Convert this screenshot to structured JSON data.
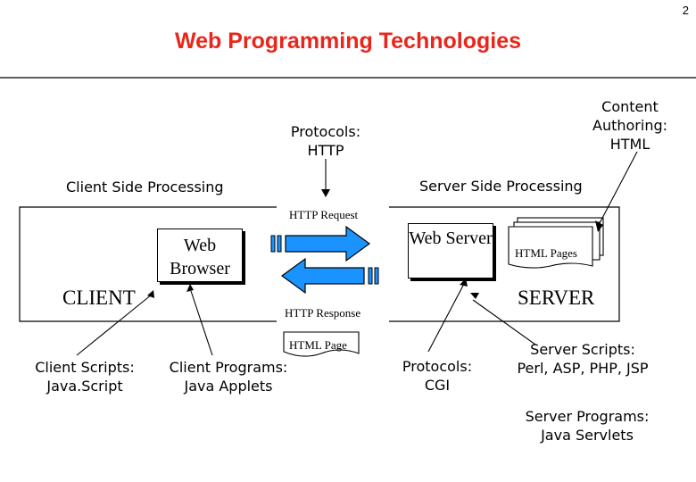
{
  "page_number": "2",
  "title": "Web Programming Technologies",
  "labels": {
    "content_authoring": "Content Authoring: HTML",
    "protocols_http": "Protocols: HTTP",
    "client_side": "Client Side Processing",
    "server_side": "Server Side Processing",
    "http_request": "HTTP Request",
    "http_response": "HTTP Response",
    "html_page": "HTML Page",
    "web_browser": "Web Browser",
    "web_server": "Web Server",
    "html_pages": "HTML Pages",
    "client": "CLIENT",
    "server": "SERVER",
    "client_scripts": "Client Scripts: Java.Script",
    "client_programs": "Client Programs: Java Applets",
    "protocols_cgi": "Protocols: CGI",
    "server_scripts": "Server Scripts: Perl, ASP, PHP, JSP",
    "server_programs": "Server Programs: Java Servlets"
  },
  "colors": {
    "title": "#e8261b",
    "arrow_fill": "#1a93ff",
    "line": "#000000"
  }
}
